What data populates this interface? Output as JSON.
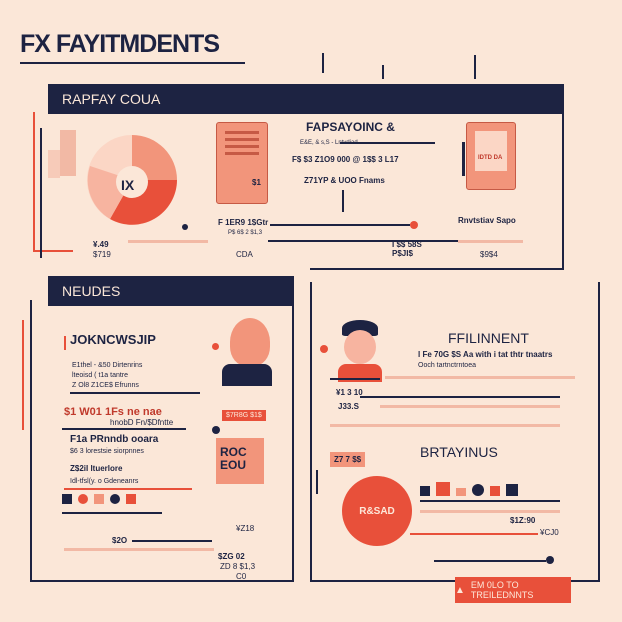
{
  "header": {
    "title": "FX FAYITMDENTS"
  },
  "panel_top": {
    "heading": "RAPFAY  COUA",
    "pie_label": "IX",
    "pie_colors": [
      "#e8503a",
      "#f2957b",
      "#fbd6c5",
      "#1d2342"
    ],
    "section_title": "FAPSAYOINC &",
    "summary_line1": "E&E, & s,S - Lntvdiad",
    "summary_line2": "F$ $3 Z1O9 000 @ 1$$ 3 L17",
    "summary_line3": "Z71YP & UOO Fnams",
    "card_left_value": "$1",
    "card_right_label": "IDTD DA",
    "left_values": [
      "¥.49",
      "$719"
    ],
    "mid_values": [
      "F 1ER9 1$Gtr",
      "P$ 6$ 2 $1,3"
    ],
    "mid_value2": "CDA",
    "mid_value3": [
      "I $$ 58S",
      "P$JI$"
    ],
    "right_label": "Rnvtstiav Sapo",
    "right_value": "$9$4"
  },
  "panel_left": {
    "heading": "NEUDES",
    "section_title": "JOKNCWSJIP",
    "desc_line1": "E1thel - &50 Dirtenrins",
    "desc_line2": "lteoisd ( t1a tantre",
    "desc_line3": "Z Ol8 Z1CE$ Efrunns",
    "stat_line": "$1 W01 1Fs ne nae",
    "stat_line2": "hnobD Fn/$Dfntte",
    "item_title": "F1a PRnndb ooara",
    "item_desc1": "$6 3 lorestsie siorpnnes",
    "item_desc2": "Z$2iI ltuerlore",
    "item_desc3": "Idl-tfsl(y. o Gdeneanrs",
    "tag_value": "$7R8G $1$",
    "badge_text": "ROC\nEOU",
    "bottom_values": [
      "$2O",
      "¥Z18"
    ],
    "bottom_value2": [
      "$ZG 02",
      "ZD 8 $1,3"
    ],
    "bottom_code": "C0"
  },
  "panel_right": {
    "title": "FFILINNENT",
    "desc_line1": "l Fe 70G $S Aa with i tat thtr tnaatrs",
    "desc_line2": "Ooch tartnctrntoea",
    "value1": "¥1 3 10",
    "value2": "J33.S",
    "value3": "Z7 7 $$",
    "section_title": "BRTAYINUS",
    "badge_text": "R&SAD",
    "row_values": [
      "$1Z:90",
      "¥CJ0"
    ],
    "cta_label": "EM 0LO TO TREILEDNNTS"
  }
}
